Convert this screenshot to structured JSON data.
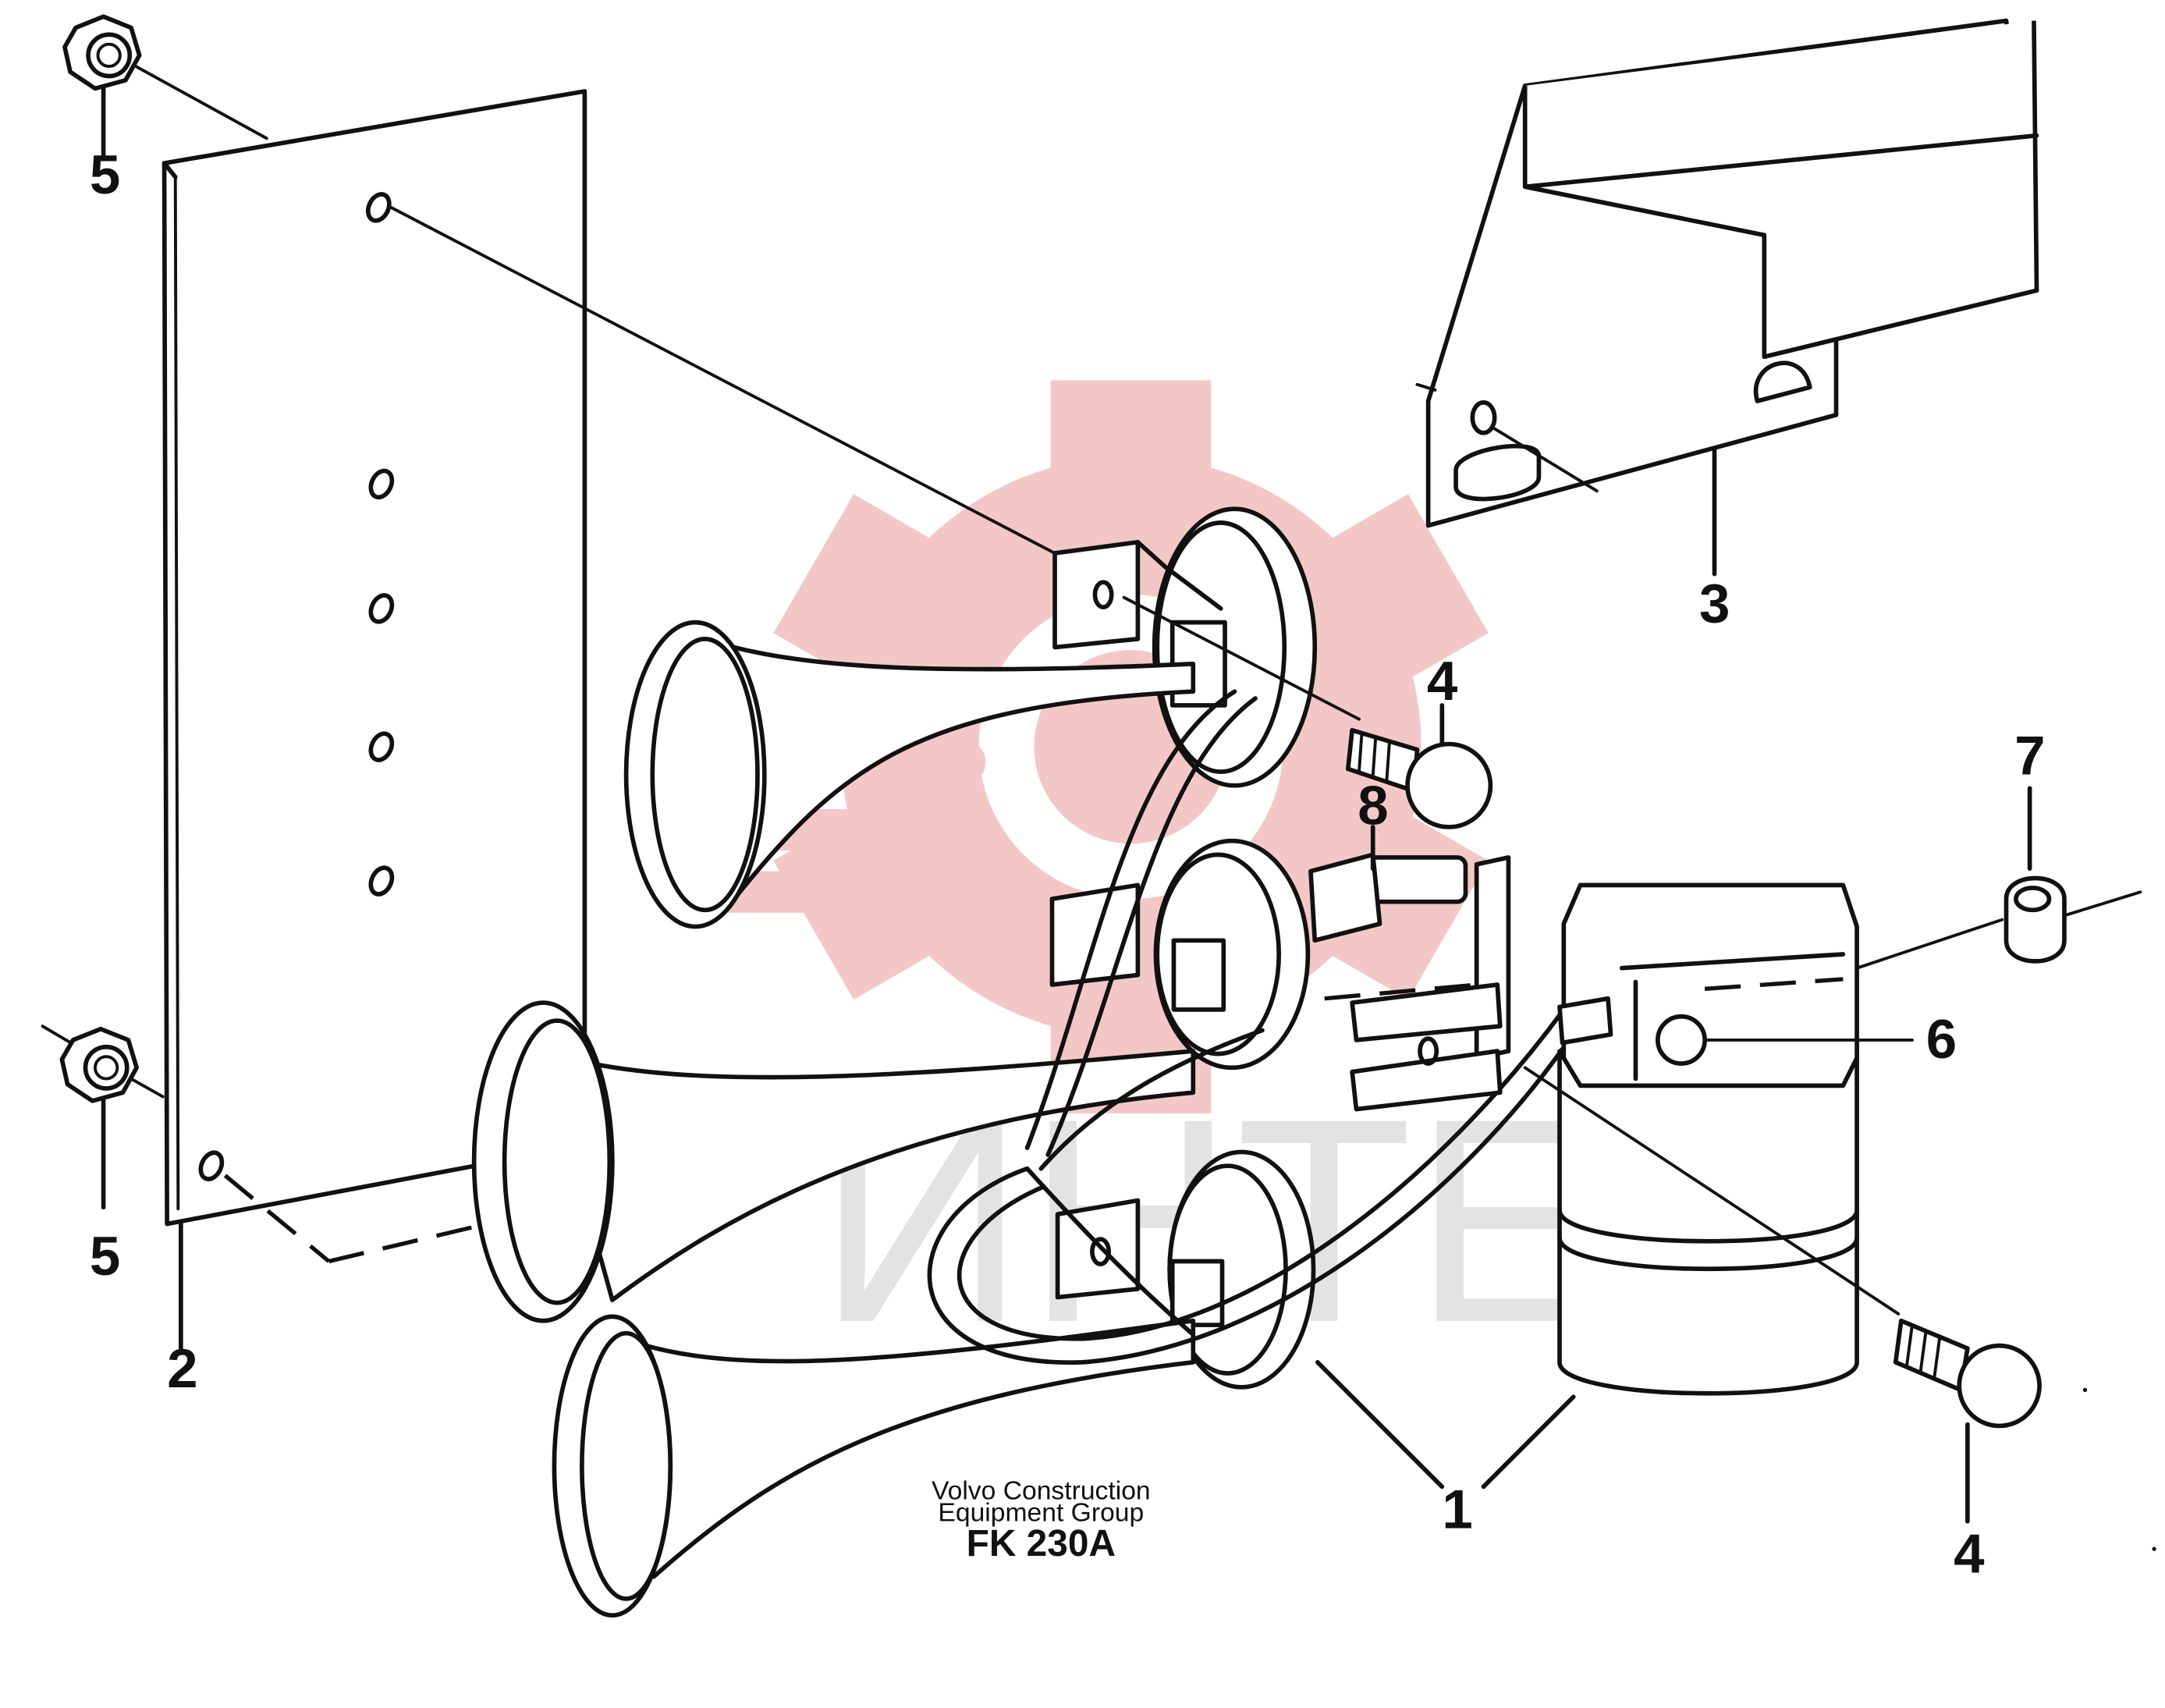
{
  "callouts": {
    "c1": "1",
    "c2": "2",
    "c3": "3",
    "c4a": "4",
    "c4b": "4",
    "c5a": "5",
    "c5b": "5",
    "c6": "6",
    "c7": "7",
    "c8": "8"
  },
  "caption": {
    "line1": "Volvo Construction",
    "line2": "Equipment Group",
    "code": "FK 230A"
  },
  "watermark": {
    "text": "ИНТЕХ",
    "gear_color": "#f4c7c7",
    "text_color": "#e3e3e3"
  }
}
